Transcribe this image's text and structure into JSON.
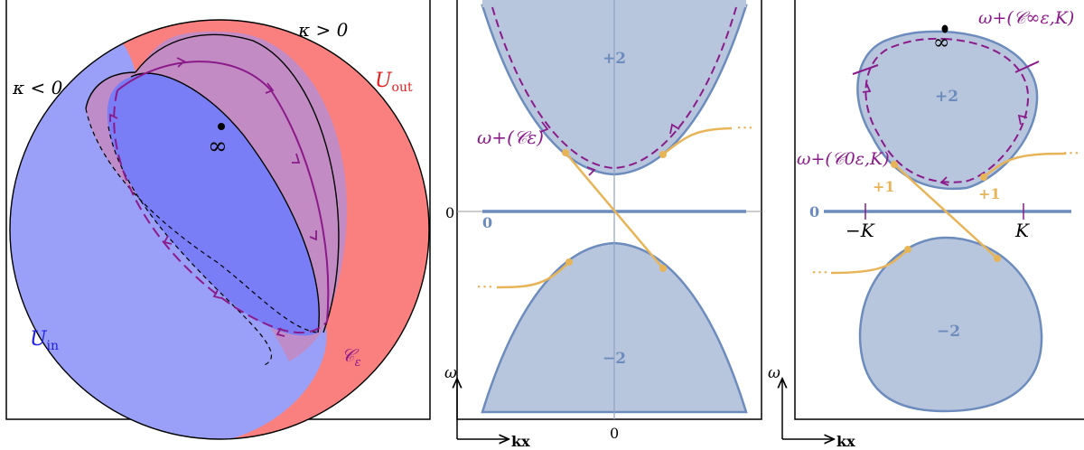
{
  "colors": {
    "band": "#b8c6dd",
    "band_edge": "#6c8cbe",
    "path": "#8b1a8b",
    "orange": "#e8b458",
    "u_in": "#9aa0f7",
    "u_in_dark": "#7a7ef6",
    "u_out": "#fa8080",
    "strip": "#c08bc6",
    "ink": "#000000"
  },
  "panel1": {
    "kappa_pos": "κ > 0",
    "kappa_neg": "κ < 0",
    "u_out": "U",
    "u_out_sub": "out",
    "u_in": "U",
    "u_in_sub": "in",
    "infinity": "∞",
    "curve": "𝒞",
    "curve_sub": "ε"
  },
  "panel2": {
    "label_plus2": "+2",
    "label_minus2": "−2",
    "label_zero_band": "0",
    "axis_zero_y": "0",
    "axis_zero_x": "0",
    "omega_label": "ω+(𝒞ε)",
    "axis_omega": "ω",
    "axis_kx": "kx"
  },
  "panel3": {
    "label_plus2": "+2",
    "label_minus2": "−2",
    "label_zero_band": "0",
    "plus1_left": "+1",
    "plus1_right": "+1",
    "minus_k": "−K",
    "k": "K",
    "infinity": "∞",
    "omega_inf": "ω+(𝒞∞ε,K)",
    "omega_zero": "ω+(𝒞0ε,K)",
    "axis_omega": "ω",
    "axis_kx": "kx"
  }
}
